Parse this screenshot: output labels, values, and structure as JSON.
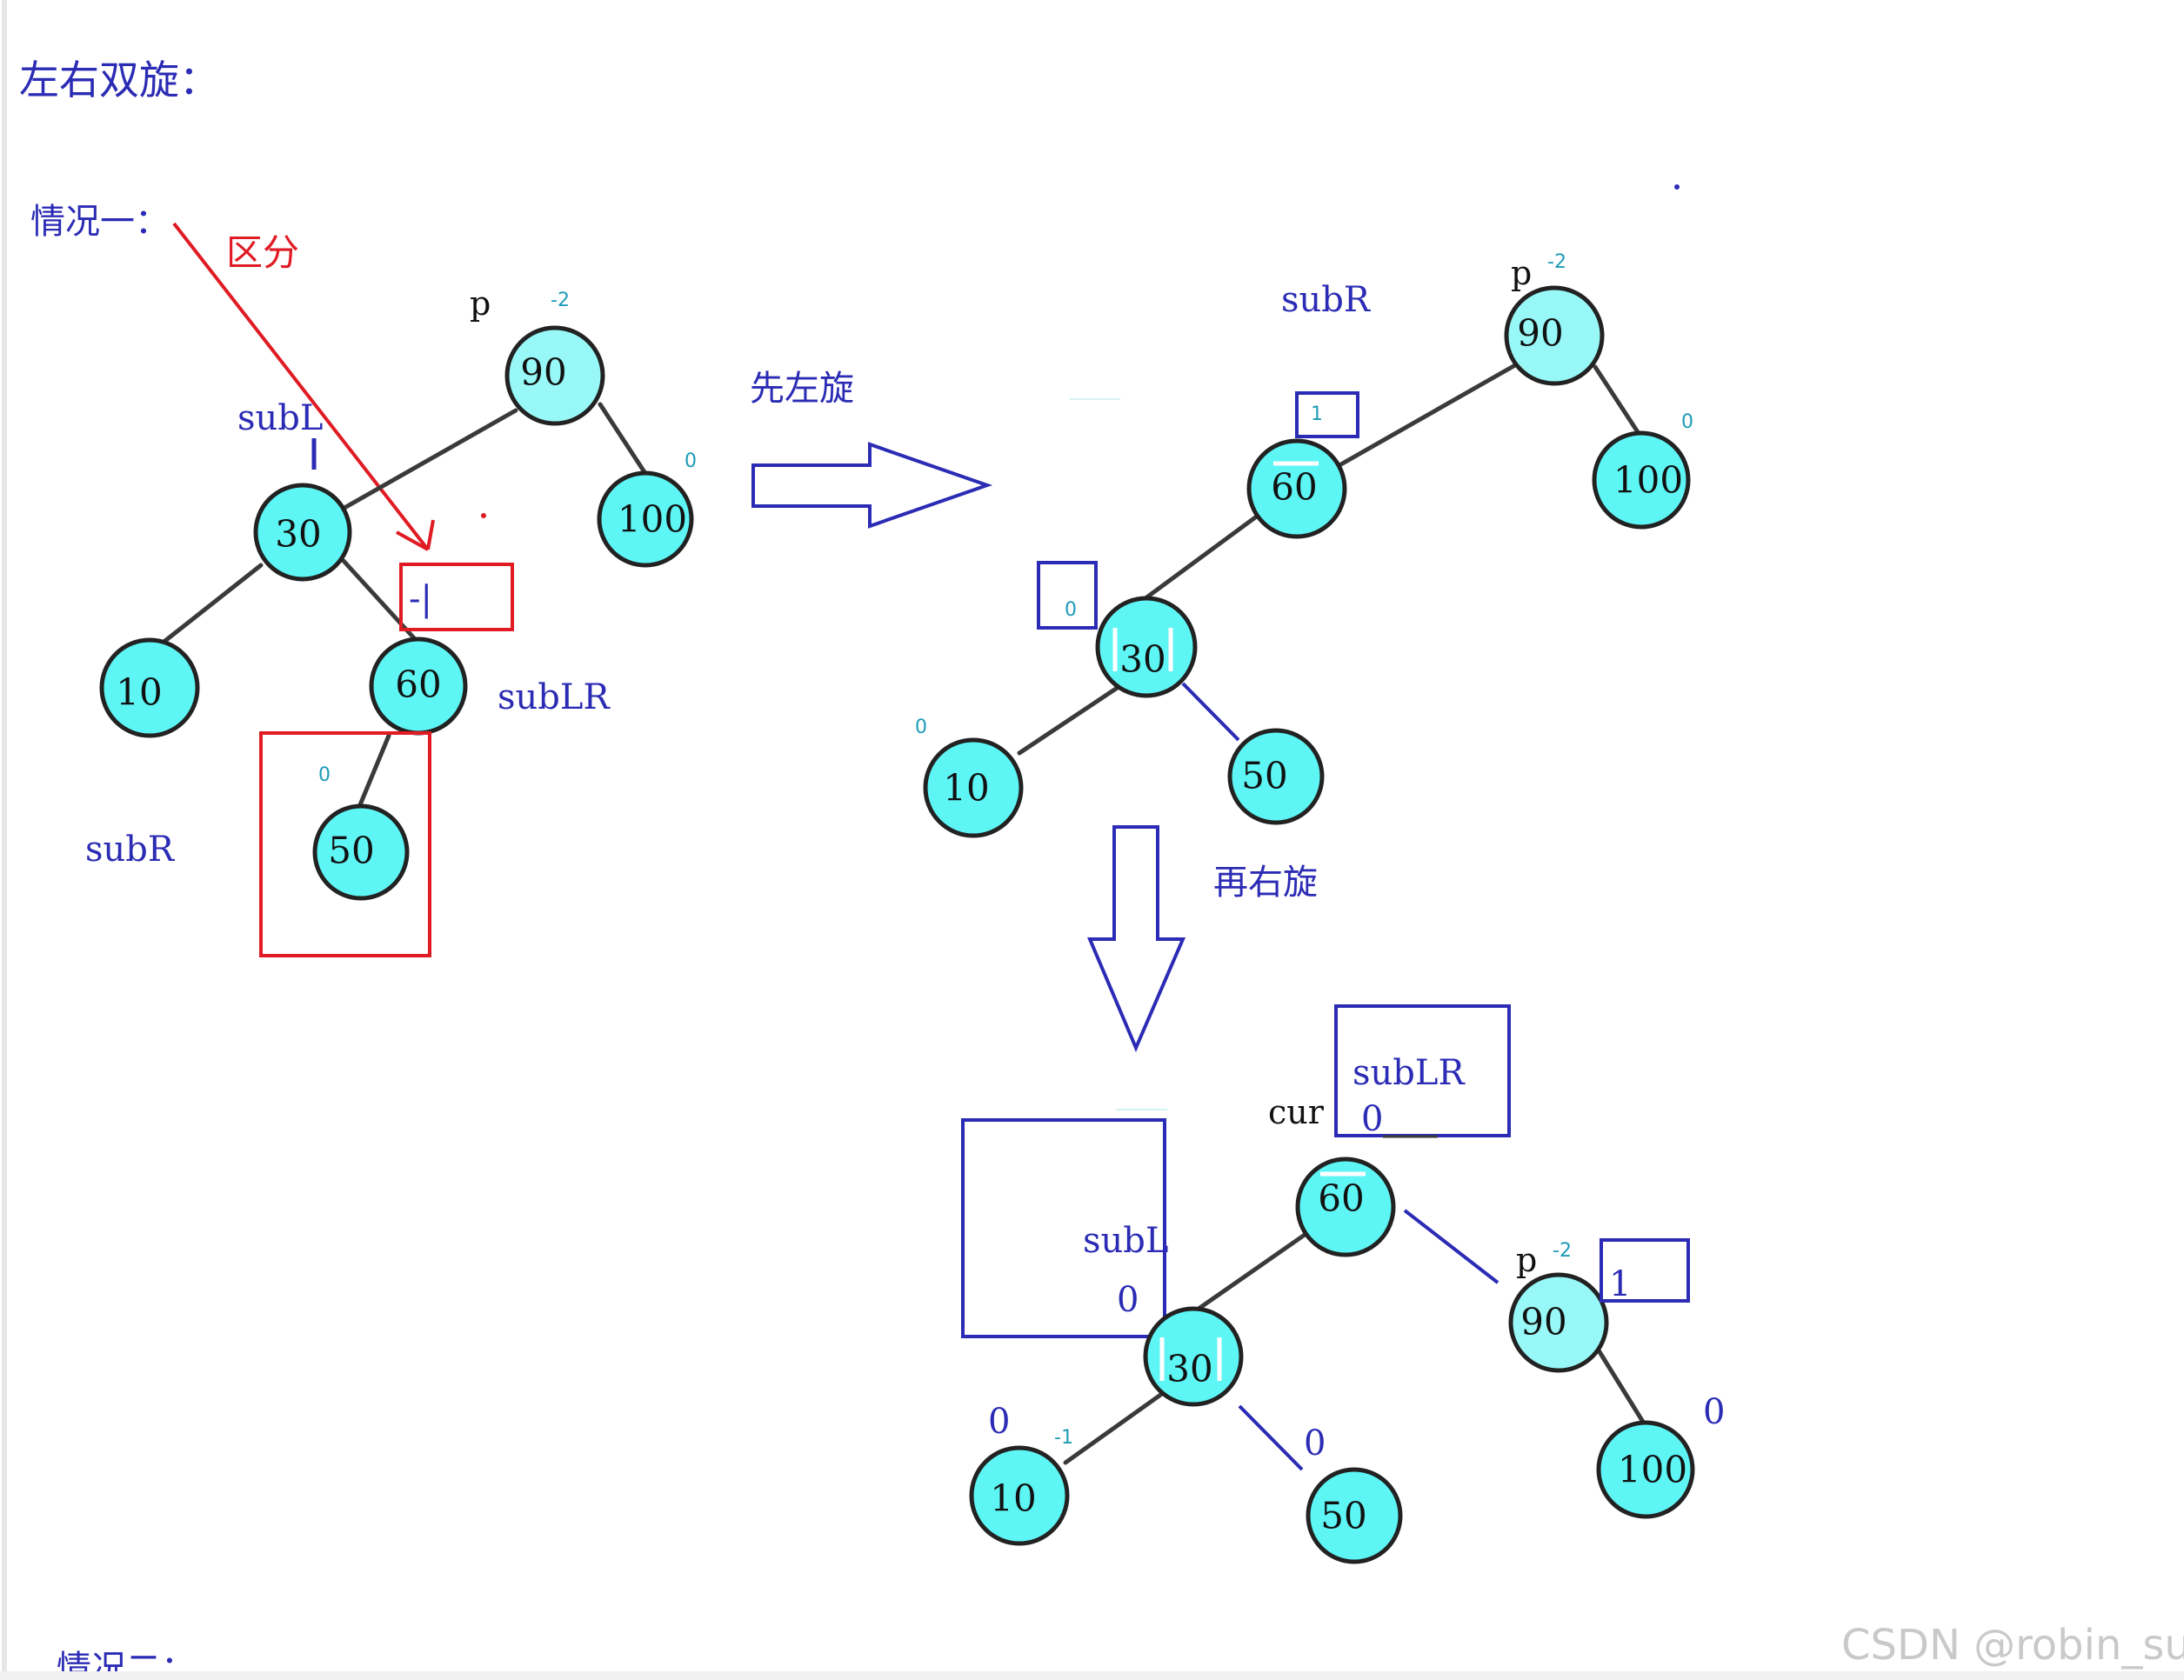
{
  "heading": "左右双旋：",
  "case_one": "情况一：",
  "case_two": "情况二：",
  "annotation_distinguish": "区分",
  "step_left_rotate": "先左旋",
  "step_right_rotate": "再右旋",
  "labels": {
    "p": "p",
    "subL": "subL",
    "subR": "subR",
    "subLR": "subLR",
    "cur": "cur"
  },
  "diagram1": {
    "nodes": {
      "n90": "90",
      "n100": "100",
      "n30": "30",
      "n10": "10",
      "n60": "60",
      "n50": "50"
    },
    "bf": {
      "p": "-2",
      "n100": "0",
      "n50": "0"
    },
    "box_mark": "-|"
  },
  "diagram2": {
    "nodes": {
      "n90": "90",
      "n100": "100",
      "n60": "60",
      "n30": "30",
      "n10": "10",
      "n50": "50"
    },
    "bf": {
      "p": "-2",
      "n100": "0",
      "n60": "1",
      "n30": "0",
      "n10": "0"
    }
  },
  "diagram3": {
    "nodes": {
      "n60": "60",
      "n30": "30",
      "n10": "10",
      "n50": "50",
      "n90": "90",
      "n100": "100"
    },
    "bf": {
      "p": "-2",
      "n10_small": "-1",
      "n10": "0",
      "n50": "0",
      "n100": "0",
      "subL": "0",
      "subLR": "0",
      "p_box": "1"
    }
  },
  "watermark": "CSDN @robin_suli",
  "colors": {
    "node_fill": "#5ef5f5",
    "label_blue": "#2b2bb5",
    "annotation_red": "#e01b24",
    "bf_cyan": "#1d9bb8"
  }
}
